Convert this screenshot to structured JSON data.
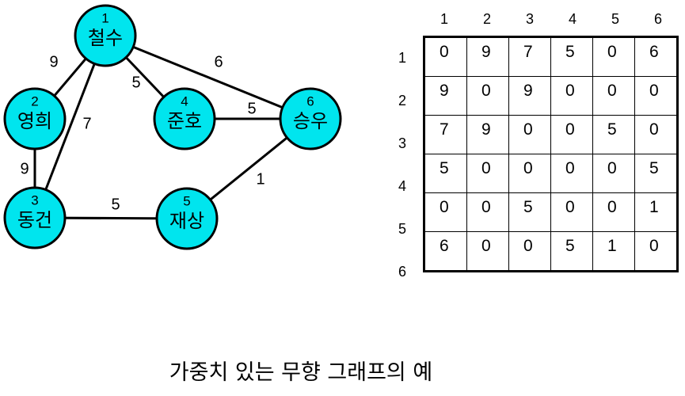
{
  "graph": {
    "nodes": [
      {
        "id": "1",
        "name": "철수"
      },
      {
        "id": "2",
        "name": "영희"
      },
      {
        "id": "3",
        "name": "동건"
      },
      {
        "id": "4",
        "name": "준호"
      },
      {
        "id": "5",
        "name": "재상"
      },
      {
        "id": "6",
        "name": "승우"
      }
    ],
    "edges": [
      {
        "from": "1",
        "to": "2",
        "weight": "9"
      },
      {
        "from": "1",
        "to": "3",
        "weight": "7"
      },
      {
        "from": "1",
        "to": "4",
        "weight": "5"
      },
      {
        "from": "1",
        "to": "6",
        "weight": "6"
      },
      {
        "from": "2",
        "to": "3",
        "weight": "9"
      },
      {
        "from": "4",
        "to": "6",
        "weight": "5"
      },
      {
        "from": "3",
        "to": "5",
        "weight": "5"
      },
      {
        "from": "5",
        "to": "6",
        "weight": "1"
      }
    ],
    "node_color": "#00E5EE"
  },
  "matrix": {
    "column_labels": [
      "1",
      "2",
      "3",
      "4",
      "5",
      "6"
    ],
    "row_labels": [
      "1",
      "2",
      "3",
      "4",
      "5",
      "6"
    ],
    "rows": [
      [
        "0",
        "9",
        "7",
        "5",
        "0",
        "6"
      ],
      [
        "9",
        "0",
        "9",
        "0",
        "0",
        "0"
      ],
      [
        "7",
        "9",
        "0",
        "0",
        "5",
        "0"
      ],
      [
        "5",
        "0",
        "0",
        "0",
        "0",
        "5"
      ],
      [
        "0",
        "0",
        "5",
        "0",
        "0",
        "1"
      ],
      [
        "6",
        "0",
        "0",
        "5",
        "1",
        "0"
      ]
    ]
  },
  "caption": "가중치 있는 무향 그래프의 예"
}
